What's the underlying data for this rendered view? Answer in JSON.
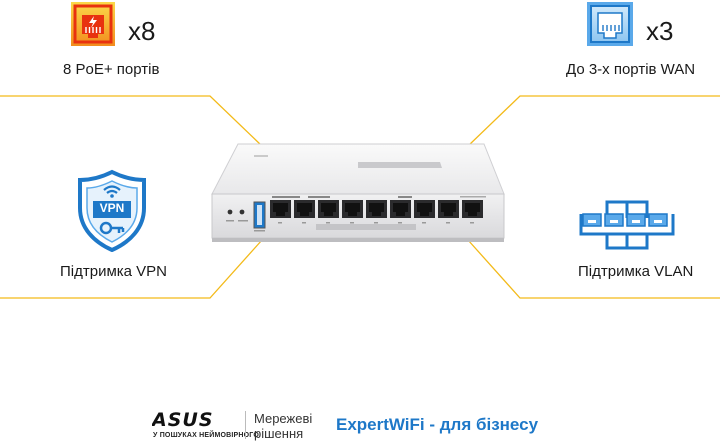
{
  "features": {
    "poe": {
      "count": "x8",
      "label": "8 PoE+ портів",
      "icon": "poe-port-icon"
    },
    "wan": {
      "count": "x3",
      "label": "До 3-х портів WAN",
      "icon": "wan-port-icon"
    },
    "vpn": {
      "label": "Підтримка VPN",
      "icon": "vpn-shield-icon",
      "badge": "VPN"
    },
    "vlan": {
      "label": "Підтримка VLAN",
      "icon": "vlan-network-icon"
    }
  },
  "colors": {
    "accent_line": "#f2b300",
    "poe_red": "#e8320f",
    "blue": "#1e78c8",
    "light_blue": "#5aa9ea"
  },
  "footer": {
    "logo_text": "ASUS",
    "slogan": "У ПОШУКАХ НЕЙМОВІРНОГО",
    "tagline_1": "Мережеві",
    "tagline_2": "рішення",
    "product": "ExpertWiFi - для бізнесу"
  }
}
